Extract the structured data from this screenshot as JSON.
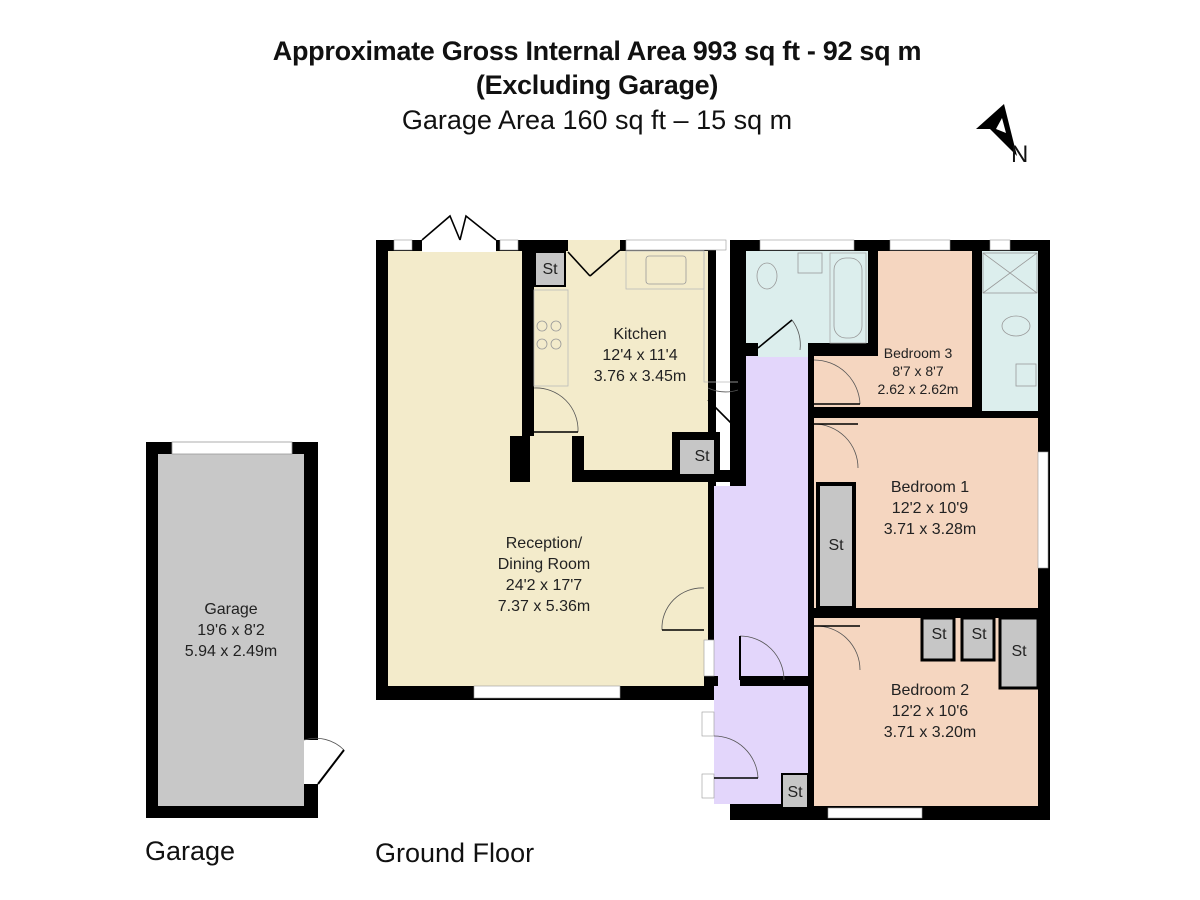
{
  "header": {
    "line1": "Approximate Gross Internal Area 993 sq ft - 92 sq m",
    "line2": "(Excluding Garage)",
    "line3": "Garage Area 160 sq ft – 15 sq m"
  },
  "compass": {
    "icon": "north-arrow-icon",
    "label": "N"
  },
  "colors": {
    "wall": "#000000",
    "living": "#f3ebcb",
    "bedroom": "#f5d6c0",
    "bathroom": "#dceeed",
    "hallway": "#e3d6fb",
    "storage": "#c6c6c6",
    "garage": "#c8c8c8"
  },
  "rooms": {
    "kitchen": {
      "name": "Kitchen",
      "imperial": "12'4 x 11'4",
      "metric": "3.76 x 3.45m"
    },
    "reception": {
      "name_line1": "Reception/",
      "name_line2": "Dining Room",
      "imperial": "24'2 x 17'7",
      "metric": "7.37 x 5.36m"
    },
    "bedroom3": {
      "name": "Bedroom 3",
      "imperial": "8'7 x 8'7",
      "metric": "2.62 x 2.62m"
    },
    "bedroom1": {
      "name": "Bedroom 1",
      "imperial": "12'2 x 10'9",
      "metric": "3.71 x 3.28m"
    },
    "bedroom2": {
      "name": "Bedroom 2",
      "imperial": "12'2 x 10'6",
      "metric": "3.71 x 3.20m"
    },
    "garage": {
      "name": "Garage",
      "imperial": "19'6 x 8'2",
      "metric": "5.94 x 2.49m"
    }
  },
  "storage_label": "St",
  "floors": {
    "garage": "Garage",
    "ground": "Ground Floor"
  }
}
